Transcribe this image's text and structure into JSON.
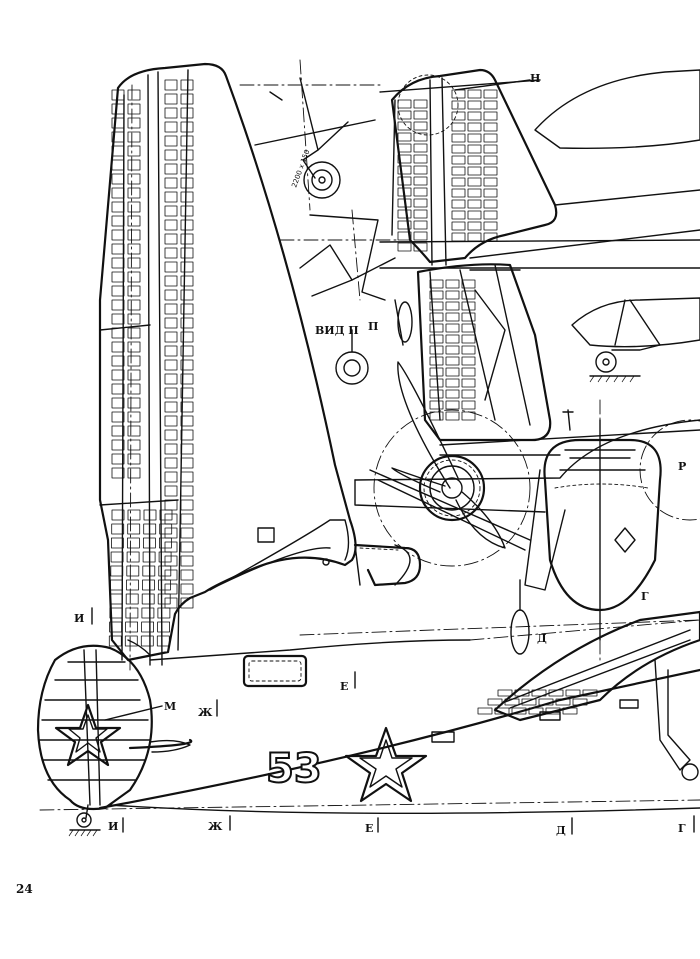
{
  "page_number": "24",
  "tail_number": "53",
  "labels": {
    "N": "Н",
    "M": "М",
    "I": "И",
    "ZH": "Ж",
    "E": "Е",
    "D": "Д",
    "G": "Г",
    "P": "П",
    "R": "Р",
    "vid_p": "ВИД П"
  }
}
